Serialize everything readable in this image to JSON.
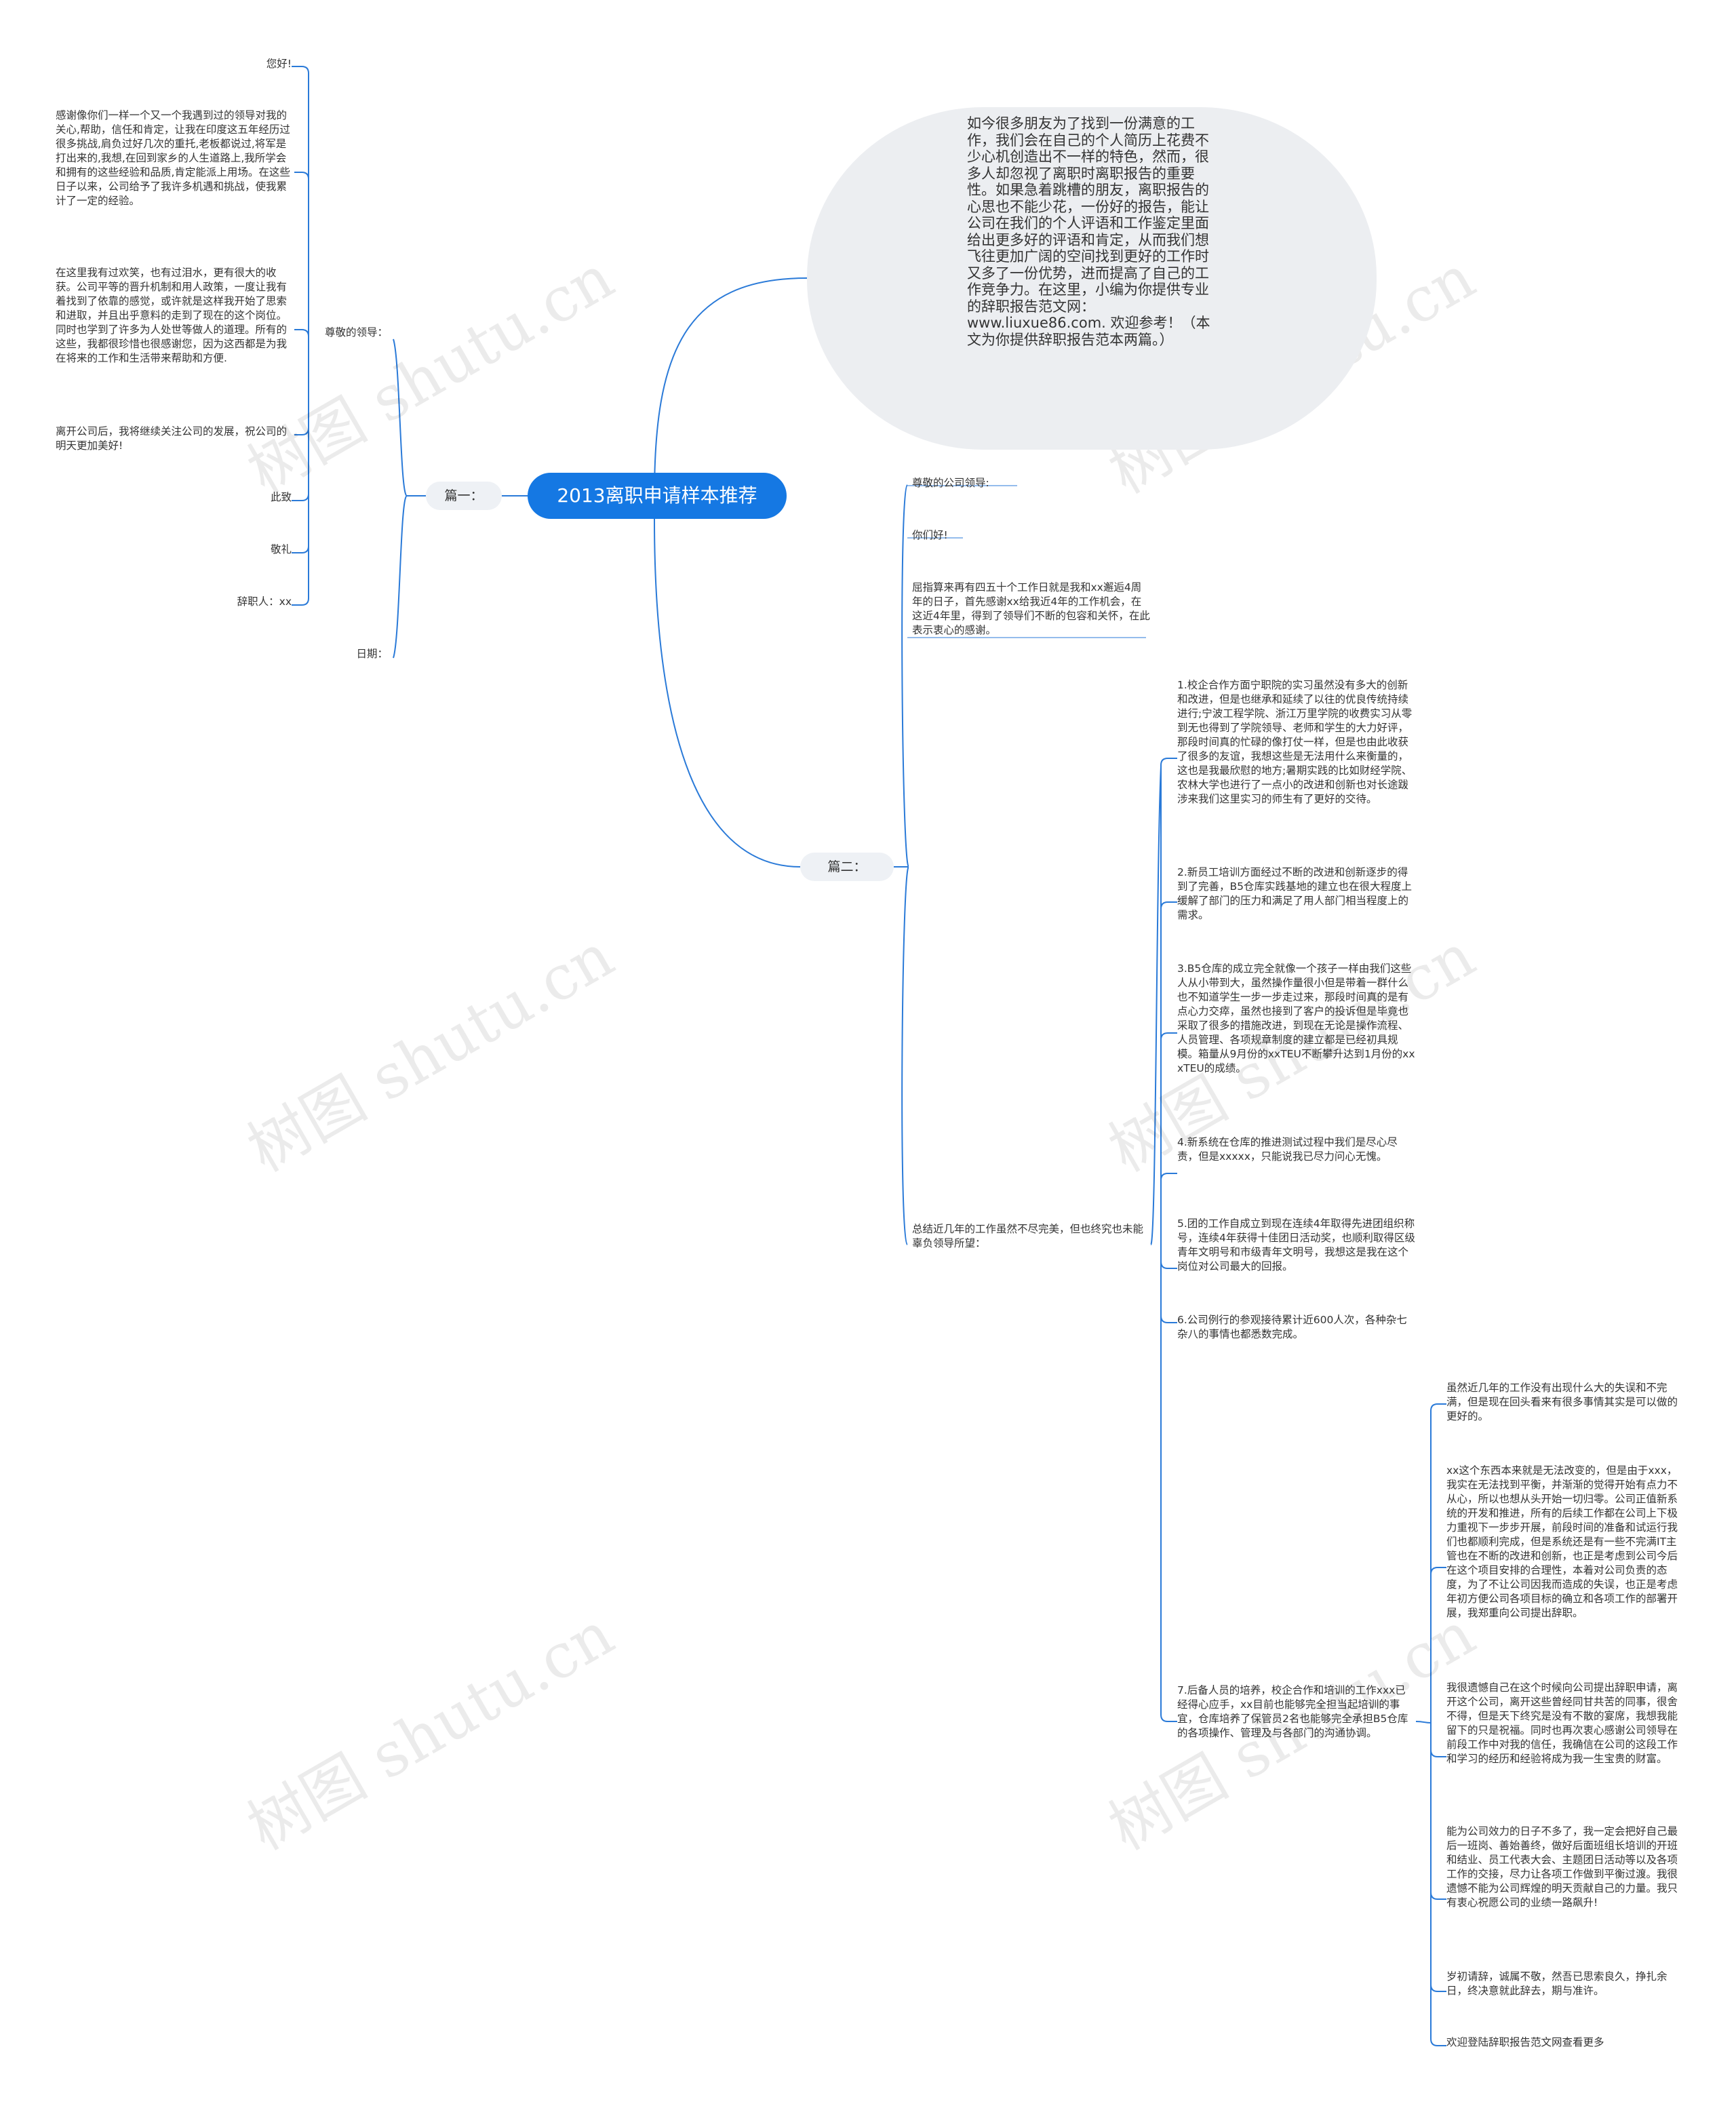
{
  "root": "2013离职申请样本推荐",
  "intro": "如今很多朋友为了找到一份满意的工作，我们会在自己的个人简历上花费不少心机创造出不一样的特色，然而，很多人却忽视了离职时离职报告的重要性。如果急着跳槽的朋友，离职报告的心思也不能少花，一份好的报告，能让公司在我们的个人评语和工作鉴定里面给出更多好的评语和肯定，从而我们想飞往更加广阔的空间找到更好的工作时又多了一份优势，进而提高了自己的工作竞争力。在这里，小编为你提供专业的辞职报告范文网：www.liuxue86.com. 欢迎参考！（本文为你提供辞职报告范本两篇。）",
  "pian1": {
    "label": "篇一：",
    "salutation": "尊敬的领导：",
    "greeting": "您好!",
    "p1": "感谢像你们一样一个又一个我遇到过的领导对我的关心,帮助，信任和肯定，让我在印度这五年经历过很多挑战,肩负过好几次的重托,老板都说过,将军是打出来的,我想,在回到家乡的人生道路上,我所学会和拥有的这些经验和品质,肯定能派上用场。在这些日子以来，公司给予了我许多机遇和挑战，使我累计了一定的经验。",
    "p2": "在这里我有过欢笑，也有过泪水，更有很大的收获。公司平等的晋升机制和用人政策，一度让我有着找到了依靠的感觉，或许就是这样我开始了思索和进取，并且出乎意料的走到了现在的这个岗位。同时也学到了许多为人处世等做人的道理。所有的这些，我都很珍惜也很感谢您，因为这西都是为我在将来的工作和生活带来帮助和方便.",
    "p3": "离开公司后，我将继续关注公司的发展，祝公司的明天更加美好!",
    "cizhi": "此致",
    "jingli": "敬礼",
    "resigner": "辞职人：xx",
    "date": "日期："
  },
  "pian2": {
    "label": "篇二：",
    "salutation": "尊敬的公司领导:",
    "greeting": "你们好!",
    "p1": "屈指算来再有四五十个工作日就是我和xx邂逅4周年的日子，首先感谢xx给我近4年的工作机会，在这近4年里，得到了领导们不断的包容和关怀，在此表示衷心的感谢。",
    "summary": "总结近几年的工作虽然不尽完美，但也终究也未能辜负领导所望：",
    "items": [
      "1.校企合作方面宁职院的实习虽然没有多大的创新和改进，但是也继承和延续了以往的优良传统持续进行;宁波工程学院、浙江万里学院的收费实习从零到无也得到了学院领导、老师和学生的大力好评，那段时间真的忙碌的像打仗一样，但是也由此收获了很多的友谊，我想这些是无法用什么来衡量的，这也是我最欣慰的地方;暑期实践的比如财经学院、农林大学也进行了一点小的改进和创新也对长途跋涉来我们这里实习的师生有了更好的交待。",
      "2.新员工培训方面经过不断的改进和创新逐步的得到了完善，B5仓库实践基地的建立也在很大程度上缓解了部门的压力和满足了用人部门相当程度上的需求。",
      "3.B5仓库的成立完全就像一个孩子一样由我们这些人从小带到大，虽然操作量很小但是带着一群什么也不知道学生一步一步走过来，那段时间真的是有点心力交瘁，虽然也接到了客户的投诉但是毕竟也采取了很多的措施改进，到现在无论是操作流程、人员管理、各项规章制度的建立都是已经初具规模。箱量从9月份的xxTEU不断攀升达到1月份的xxxTEU的成绩。",
      "4.新系统在仓库的推进测试过程中我们是尽心尽责，但是xxxxx，只能说我已尽力问心无愧。",
      "5.团的工作自成立到现在连续4年取得先进团组织称号，连续4年获得十佳团日活动奖，也顺利取得区级青年文明号和市级青年文明号，我想这是我在这个岗位对公司最大的回报。",
      "6.公司例行的参观接待累计近600人次，各种杂七杂八的事情也都悉数完成。",
      "7.后备人员的培养，校企合作和培训的工作xxx已经得心应手，xx目前也能够完全担当起培训的事宜，仓库培养了保管员2名也能够完全承担B5仓库的各项操作、管理及与各部门的沟通协调。"
    ],
    "sub7": [
      "虽然近几年的工作没有出现什么大的失误和不完满，但是现在回头看来有很多事情其实是可以做的更好的。",
      "xx这个东西本来就是无法改变的，但是由于xxx，我实在无法找到平衡，并渐渐的觉得开始有点力不从心，所以也想从头开始一切归零。公司正值新系统的开发和推进，所有的后续工作都在公司上下极力重视下一步步开展，前段时间的准备和试运行我们也都顺利完成，但是系统还是有一些不完满IT主管也在不断的改进和创新，也正是考虑到公司今后在这个项目安排的合理性，本着对公司负责的态度，为了不让公司因我而造成的失误，也正是考虑年初方便公司各项目标的确立和各项工作的部署开展，我郑重向公司提出辞职。",
      "我很遗憾自己在这个时候向公司提出辞职申请，离开这个公司，离开这些曾经同甘共苦的同事，很舍不得，但是天下终究是没有不散的宴席，我想我能留下的只是祝福。同时也再次衷心感谢公司领导在前段工作中对我的信任，我确信在公司的这段工作和学习的经历和经验将成为我一生宝贵的财富。",
      "能为公司效力的日子不多了，我一定会把好自己最后一班岗、善始善终，做好后面班组长培训的开班和结业、员工代表大会、主题团日活动等以及各项工作的交接，尽力让各项工作做到平衡过渡。我很遗憾不能为公司辉煌的明天贡献自己的力量。我只有衷心祝愿公司的业绩一路飙升!",
      "岁初请辞，诚属不敬，然吾已思索良久，挣扎余日，终决意就此辞去，期与准许。",
      "欢迎登陆辞职报告范文网查看更多"
    ]
  },
  "watermark": "树图 shutu.cn",
  "colors": {
    "root": "#1578e3",
    "line": "#2a7ad8",
    "branch_bg": "#eef1f5",
    "bubble": "#eceef1"
  }
}
